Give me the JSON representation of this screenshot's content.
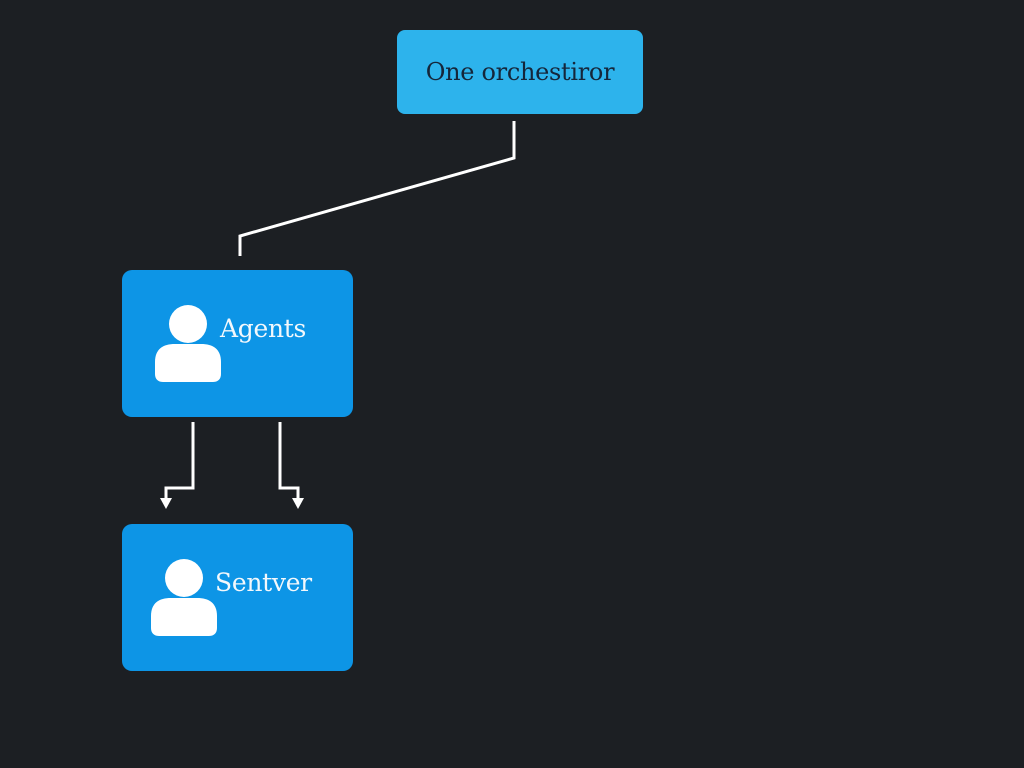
{
  "diagram": {
    "nodes": {
      "orchestrator": {
        "label": "One orchestiror",
        "icon": ""
      },
      "agents": {
        "label": "Agents",
        "icon": "person-icon"
      },
      "server": {
        "label": "Sentver",
        "icon": "person-icon"
      }
    },
    "edges": [
      {
        "from": "orchestrator",
        "to": "agents",
        "arrow": false
      },
      {
        "from": "agents",
        "to": "server",
        "arrow": true
      },
      {
        "from": "agents",
        "to": "server",
        "arrow": true
      }
    ]
  },
  "colors": {
    "background": "#1c1f23",
    "orchestrator_fill": "#2db3ec",
    "agent_fill": "#0d95e6",
    "connector": "#ffffff",
    "icon": "#ffffff"
  }
}
